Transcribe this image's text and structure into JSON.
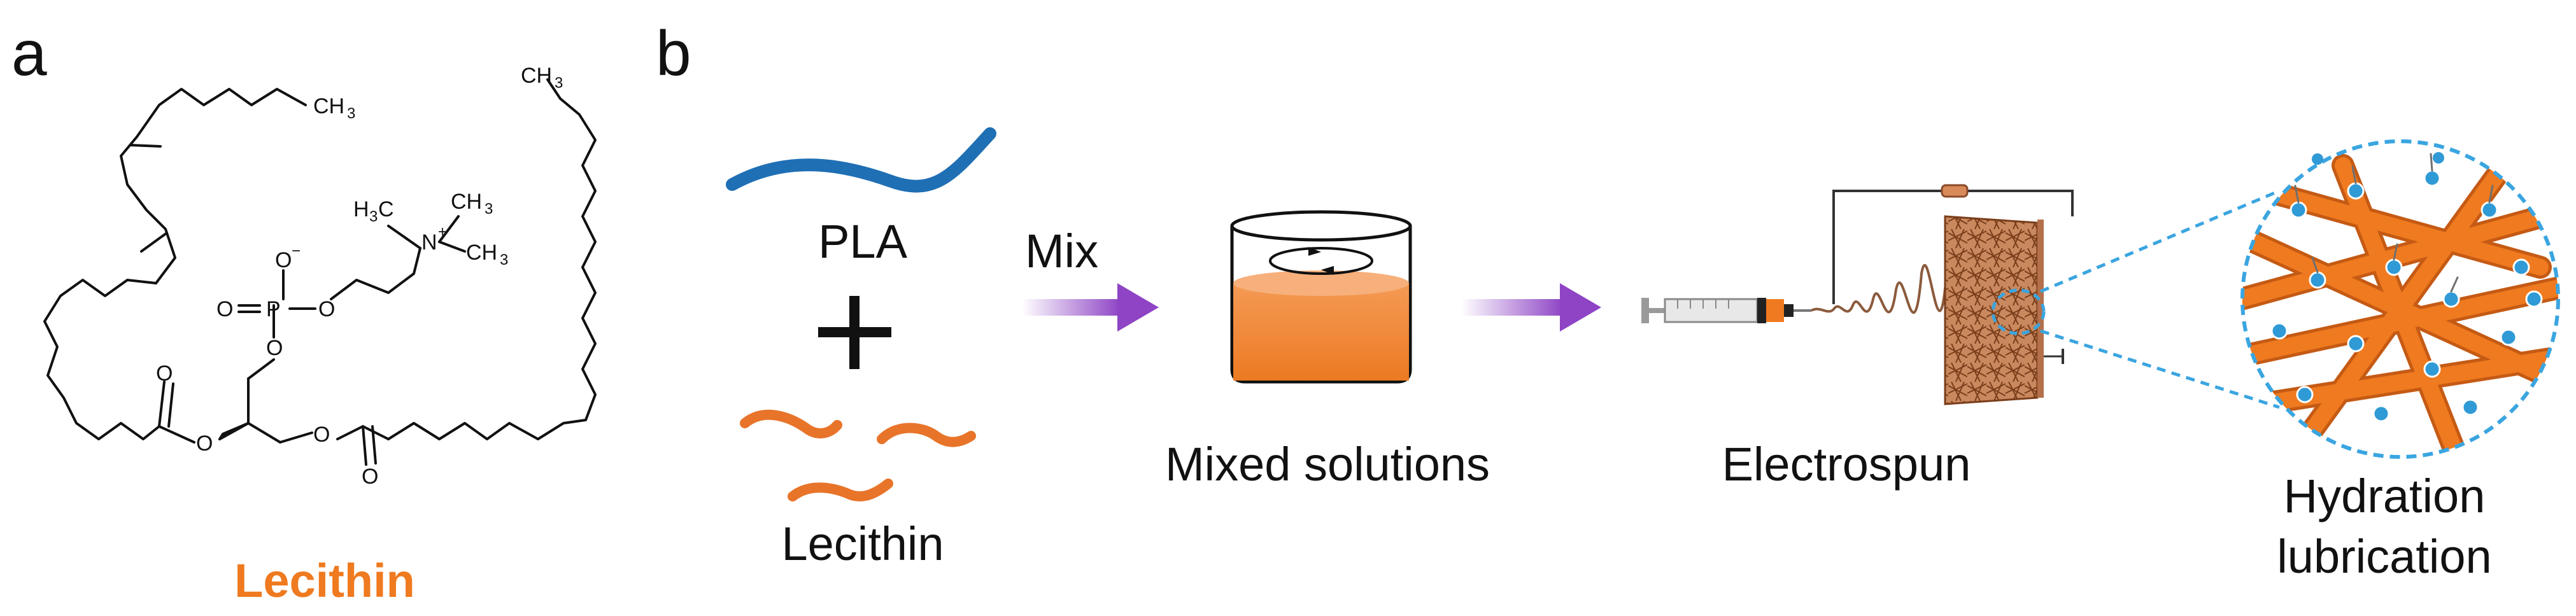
{
  "panel_a": {
    "label": "a",
    "compound_name": "Lecithin",
    "atoms": {
      "ch3_top_left": "CH",
      "ch3_top_left_sub": "3",
      "ch3_top_right": "CH",
      "ch3_top_right_sub": "3",
      "o_minus": "O",
      "o_minus_charge": "−",
      "p": "P",
      "o_double": "O",
      "o_bridge_right": "O",
      "o_bridge_down": "O",
      "n": "N",
      "n_charge": "+",
      "h3c_left": "H",
      "h3c_left_sub": "3",
      "h3c_left_c": "C",
      "ch3_n_top": "CH",
      "ch3_n_top_sub": "3",
      "ch3_n_right": "CH",
      "ch3_n_right_sub": "3",
      "o_ester_left_carbonyl": "O",
      "o_ester_left": "O",
      "o_ester_right": "O",
      "o_ester_right_carbonyl": "O"
    }
  },
  "panel_b": {
    "label": "b",
    "pla_label": "PLA",
    "plus_sign": "+",
    "lecithin_label": "Lecithin",
    "mix_label": "Mix",
    "mixed_label": "Mixed solutions",
    "electrospun_label": "Electrospun",
    "hydration_label_line1": "Hydration",
    "hydration_label_line2": "lubrication"
  },
  "colors": {
    "pla_blue": "#1f6fb5",
    "lecithin_orange": "#e8742a",
    "arrow_purple": "#8e44c5",
    "label_orange": "#ef7a1f",
    "dashed_blue": "#3aa5e0",
    "ball_blue": "#3aa5e0"
  }
}
